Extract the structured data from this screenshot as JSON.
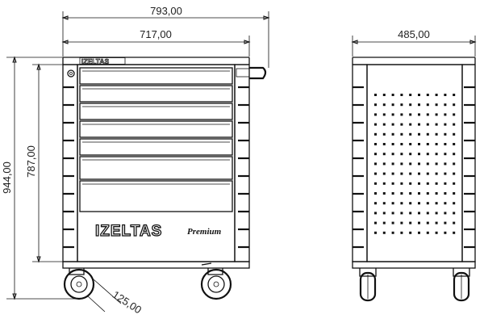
{
  "dimensions": {
    "overall_width": "793,00",
    "body_width": "717,00",
    "side_depth": "485,00",
    "overall_height": "944,00",
    "body_height": "787,00",
    "wheel_diameter": "125,00"
  },
  "branding": {
    "logo_text": "IZELTAS",
    "series_text": "Premium"
  },
  "drawer_count": 7,
  "perforation_grid": {
    "columns": 10,
    "rows": 15
  }
}
